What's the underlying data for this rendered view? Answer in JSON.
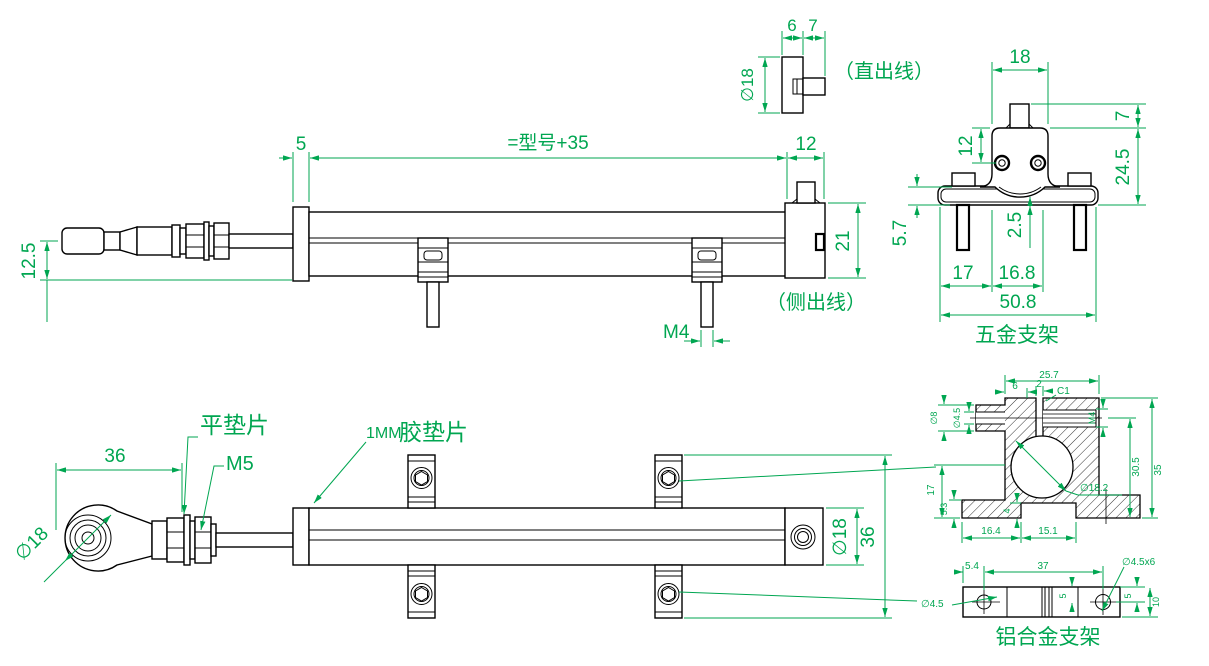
{
  "colors": {
    "accent_green": "#00a651",
    "outline_black": "#000000",
    "background": "#ffffff"
  },
  "views": {
    "side": {
      "title": "（侧出线）",
      "dim_5": "5",
      "dim_len": "=型号+35",
      "dim_12": "12",
      "dim_21": "21",
      "dim_125": "12.5",
      "dim_m4": "M4"
    },
    "straight": {
      "title": "（直出线）",
      "dim_6": "6",
      "dim_7": "7",
      "dim_d18": "∅18"
    },
    "metal_bracket": {
      "title": "五金支架",
      "dim_18": "18",
      "dim_7": "7",
      "dim_12": "12",
      "dim_245": "24.5",
      "dim_57": "5.7",
      "dim_25": "2.5",
      "dim_17": "17",
      "dim_168": "16.8",
      "dim_508": "50.8"
    },
    "plan": {
      "dim_36_rodend": "36",
      "dim_d18_rodend": "∅18",
      "label_washer": "平垫片",
      "label_m5": "M5",
      "label_gasket_prefix": "1MM",
      "label_gasket": "胶垫片",
      "dim_d18_body": "∅18",
      "dim_36_overall": "36"
    },
    "section": {
      "dim_257": "25.7",
      "dim_6": "6",
      "dim_2": "2",
      "dim_c1": "C1",
      "dim_d8": "∅8",
      "dim_d45": "∅4.5",
      "dim_m4": "M4",
      "dim_305": "30.5",
      "dim_35": "35",
      "dim_17": "17",
      "dim_53": "5.3",
      "dim_164": "16.4",
      "dim_151": "15.1",
      "dim_4": "4",
      "dim_d182": "∅18.2"
    },
    "alu_plan": {
      "title": "铝合金支架",
      "dim_54": "5.4",
      "dim_37": "37",
      "dim_d45x6": "∅4.5x6",
      "dim_d45": "∅4.5",
      "dim_5a": "5",
      "dim_5b": "5",
      "dim_10": "10"
    }
  }
}
